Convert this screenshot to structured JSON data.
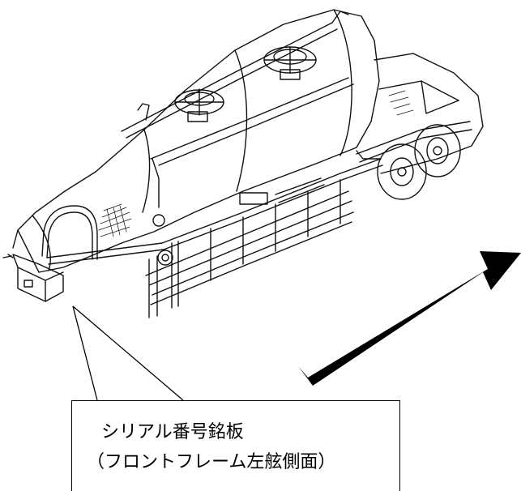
{
  "callout": {
    "line1": "シリアル番号銘板",
    "line2": "（フロントフレーム左舷側面）"
  },
  "direction_arrow": {
    "color": "#000000",
    "icon": "forward-direction-arrow"
  },
  "illustration": {
    "subject": "bulk-powder-tank-trailer"
  }
}
